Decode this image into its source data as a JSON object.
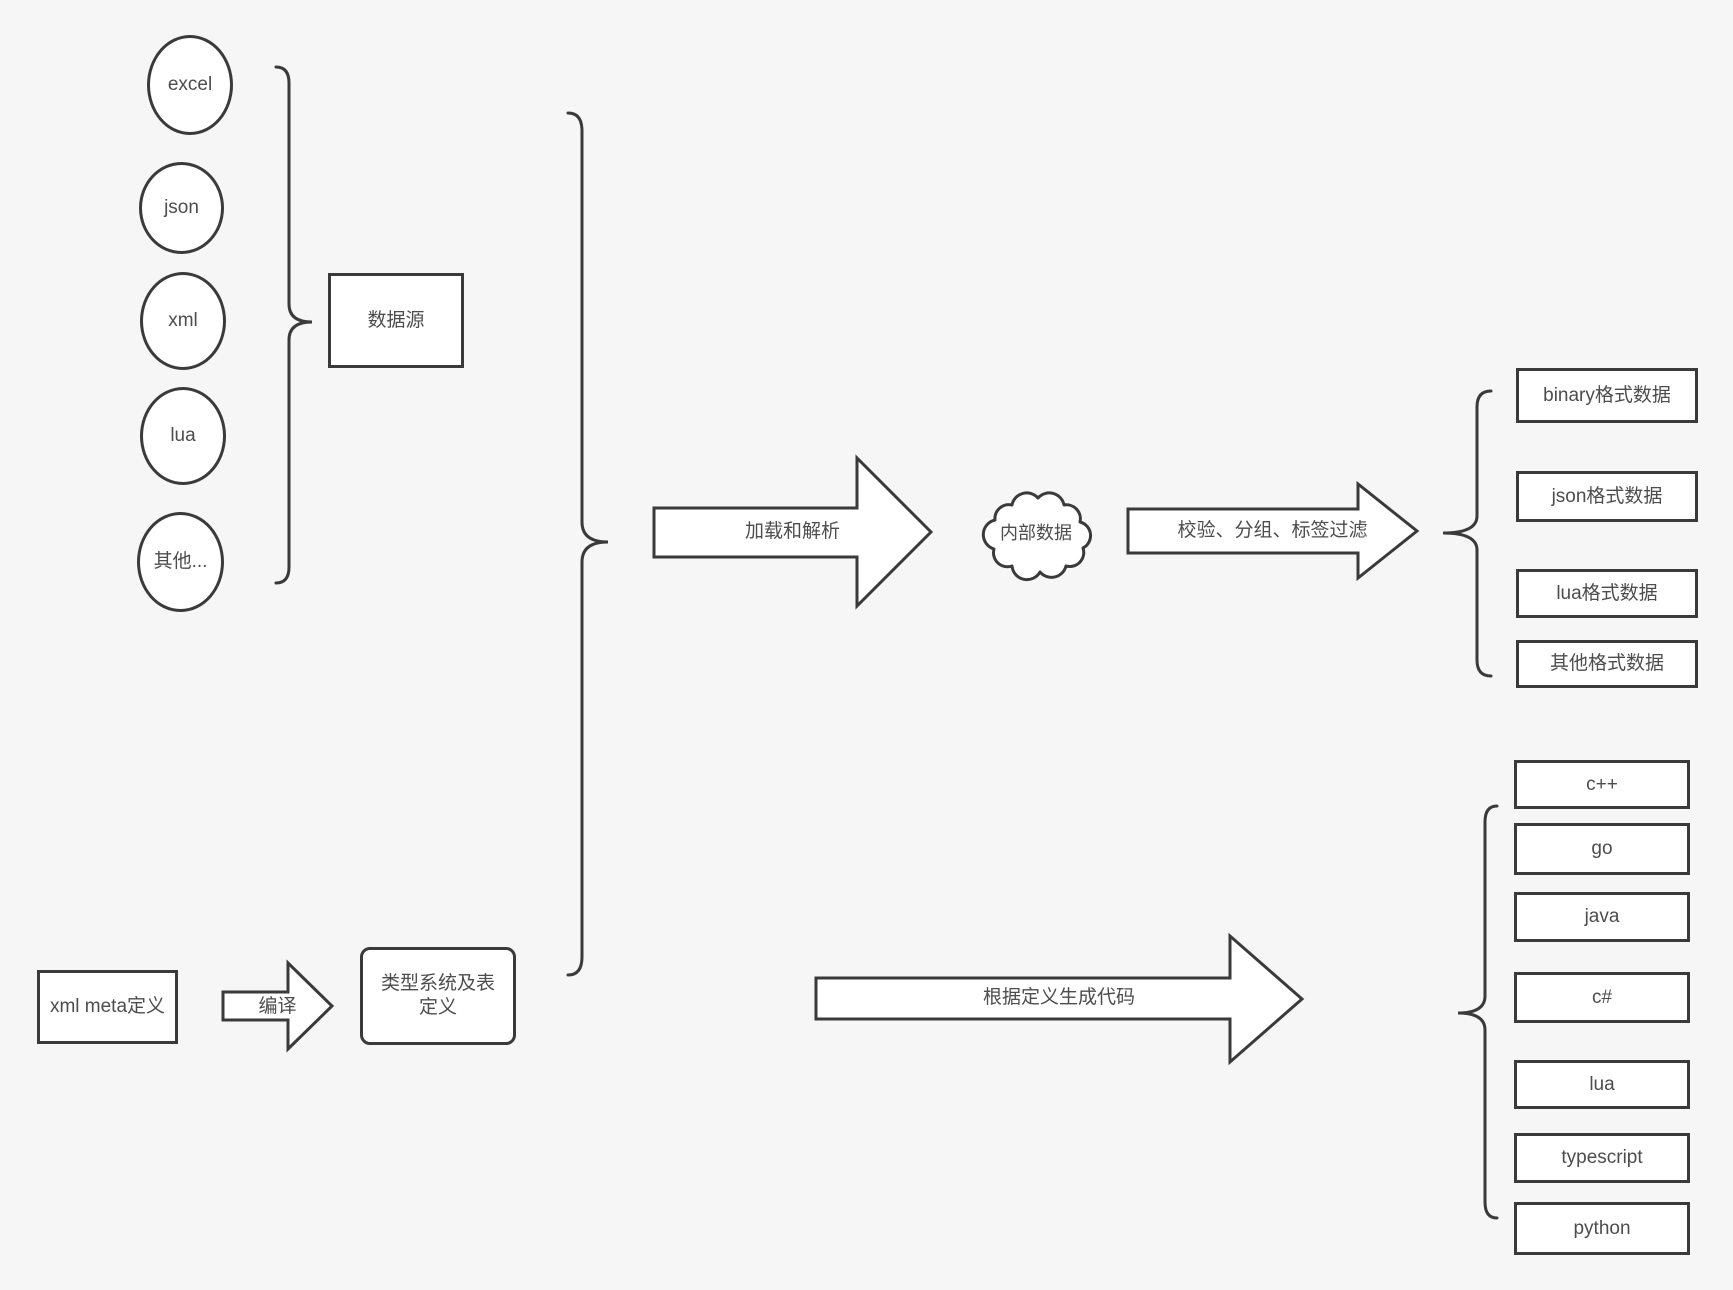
{
  "diagram": {
    "colors": {
      "background": "#f6f6f6",
      "shape_fill": "#ffffff",
      "stroke": "#3a3a3a",
      "text": "#4d4d4d"
    },
    "sources": {
      "group_label": "数据源",
      "items": [
        {
          "label": "excel"
        },
        {
          "label": "json"
        },
        {
          "label": "xml"
        },
        {
          "label": "lua"
        },
        {
          "label": "其他..."
        }
      ]
    },
    "definitions": {
      "xml_meta_label": "xml meta定义",
      "compile_arrow_label": "编译",
      "type_system_label": "类型系统及表定义"
    },
    "process": {
      "load_parse_arrow_label": "加载和解析",
      "internal_data_label": "内部数据",
      "validate_filter_arrow_label": "校验、分组、标签过滤",
      "generate_code_arrow_label": "根据定义生成代码"
    },
    "data_formats": [
      {
        "label": "binary格式数据"
      },
      {
        "label": "json格式数据"
      },
      {
        "label": "lua格式数据"
      },
      {
        "label": "其他格式数据"
      }
    ],
    "languages": [
      {
        "label": "c++"
      },
      {
        "label": "go"
      },
      {
        "label": "java"
      },
      {
        "label": "c#"
      },
      {
        "label": "lua"
      },
      {
        "label": "typescript"
      },
      {
        "label": "python"
      }
    ]
  }
}
